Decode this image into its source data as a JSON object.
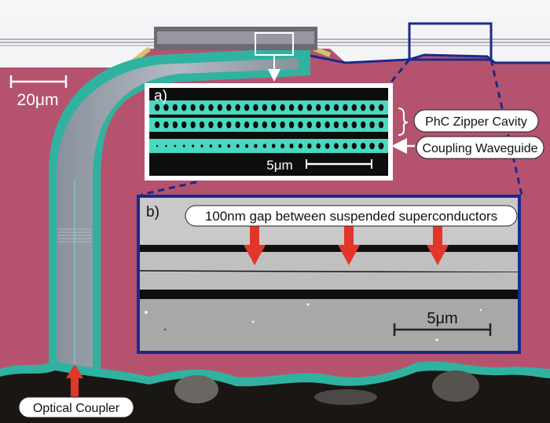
{
  "scale_bars": {
    "main": "20μm",
    "inset_a": "5μm",
    "inset_b": "5μm"
  },
  "insets": {
    "a_label": "a)",
    "b_label": "b)"
  },
  "callouts": {
    "phc_zipper_cavity": "PhC Zipper Cavity",
    "coupling_waveguide": "Coupling Waveguide",
    "gap_note": "100nm gap between suspended superconductors",
    "optical_coupler": "Optical Coupler"
  },
  "colors": {
    "substrate": "#b5536e",
    "device_trace": "#2fb3a0",
    "frame_blue": "#1b2a8a",
    "arrow_red": "#e2362b",
    "sem_cyan": "#49d9c0"
  }
}
